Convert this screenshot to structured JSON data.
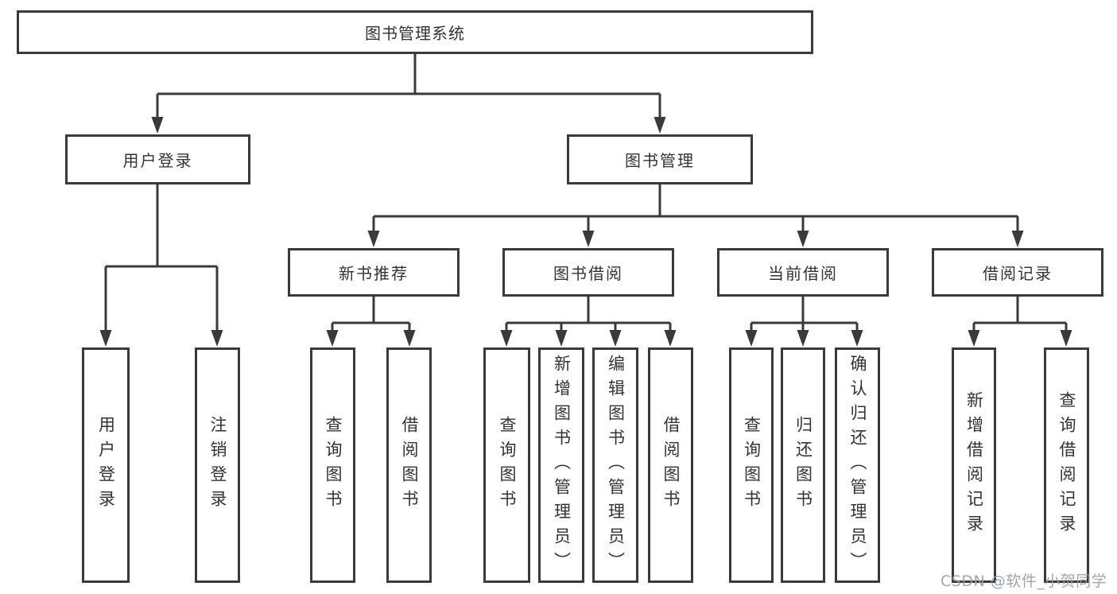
{
  "diagram": {
    "title": "图书管理系统",
    "nodes": [
      {
        "id": "root",
        "label": "图书管理系统",
        "level": 1,
        "parent": null,
        "orientation": "horizontal"
      },
      {
        "id": "user-login",
        "label": "用户登录",
        "level": 2,
        "parent": "root",
        "orientation": "horizontal"
      },
      {
        "id": "book-management",
        "label": "图书管理",
        "level": 2,
        "parent": "root",
        "orientation": "horizontal"
      },
      {
        "id": "new-book-recommend",
        "label": "新书推荐",
        "level": 3,
        "parent": "book-management",
        "orientation": "horizontal"
      },
      {
        "id": "book-borrowing",
        "label": "图书借阅",
        "level": 3,
        "parent": "book-management",
        "orientation": "horizontal"
      },
      {
        "id": "current-borrowing",
        "label": "当前借阅",
        "level": 3,
        "parent": "book-management",
        "orientation": "horizontal"
      },
      {
        "id": "borrowing-records",
        "label": "借阅记录",
        "level": 3,
        "parent": "book-management",
        "orientation": "horizontal"
      },
      {
        "id": "leaf-user-login",
        "label": "用户登录",
        "level": 4,
        "parent": "user-login",
        "orientation": "vertical"
      },
      {
        "id": "leaf-logout",
        "label": "注销登录",
        "level": 4,
        "parent": "user-login",
        "orientation": "vertical"
      },
      {
        "id": "leaf-nb-query",
        "label": "查询图书",
        "level": 4,
        "parent": "new-book-recommend",
        "orientation": "vertical"
      },
      {
        "id": "leaf-nb-borrow",
        "label": "借阅图书",
        "level": 4,
        "parent": "new-book-recommend",
        "orientation": "vertical"
      },
      {
        "id": "leaf-bw-query",
        "label": "查询图书",
        "level": 4,
        "parent": "book-borrowing",
        "orientation": "vertical"
      },
      {
        "id": "leaf-bw-add",
        "label": "新增图书（管理员）",
        "level": 4,
        "parent": "book-borrowing",
        "orientation": "vertical"
      },
      {
        "id": "leaf-bw-edit",
        "label": "编辑图书（管理员）",
        "level": 4,
        "parent": "book-borrowing",
        "orientation": "vertical"
      },
      {
        "id": "leaf-bw-borrow",
        "label": "借阅图书",
        "level": 4,
        "parent": "book-borrowing",
        "orientation": "vertical"
      },
      {
        "id": "leaf-cur-query",
        "label": "查询图书",
        "level": 4,
        "parent": "current-borrowing",
        "orientation": "vertical"
      },
      {
        "id": "leaf-cur-return",
        "label": "归还图书",
        "level": 4,
        "parent": "current-borrowing",
        "orientation": "vertical"
      },
      {
        "id": "leaf-cur-confirm",
        "label": "确认归还（管理员）",
        "level": 4,
        "parent": "current-borrowing",
        "orientation": "vertical"
      },
      {
        "id": "leaf-rec-add",
        "label": "新增借阅记录",
        "level": 4,
        "parent": "borrowing-records",
        "orientation": "vertical"
      },
      {
        "id": "leaf-rec-query",
        "label": "查询借阅记录",
        "level": 4,
        "parent": "borrowing-records",
        "orientation": "vertical"
      }
    ]
  },
  "watermark": {
    "text": "CSDN @软件_小贺同学"
  },
  "colors": {
    "line": "#3a3a3a",
    "box_border": "#3a3a3a",
    "text": "#333333",
    "background": "#ffffff",
    "watermark": "#989eaa"
  }
}
